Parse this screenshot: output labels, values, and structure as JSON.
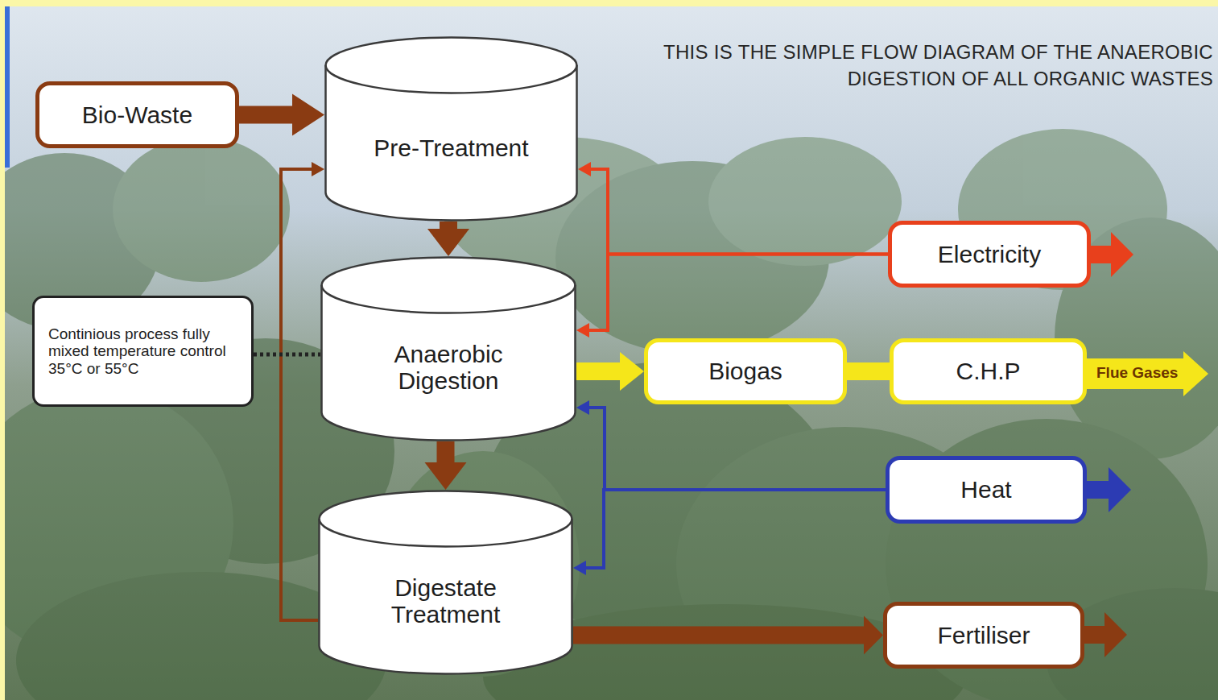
{
  "diagram": {
    "title": "THIS IS THE SIMPLE FLOW DIAGRAM OF THE ANAEROBIC DIGESTION OF ALL ORGANIC WASTES",
    "nodes": [
      {
        "text": [
          "Bio-Waste"
        ]
      },
      {
        "text": [
          "Pre-Treatment"
        ]
      },
      {
        "text": [
          "Electricity"
        ]
      },
      {
        "text": [
          "Continious process fully mixed temperature control 35°C or 55°C"
        ]
      },
      {
        "text": [
          "Anaerobic Digestion"
        ]
      },
      {
        "text": [
          "Biogas"
        ]
      },
      {
        "text": [
          "C.H.P"
        ]
      },
      {
        "text": [
          "Heat"
        ]
      },
      {
        "text": [
          "Digestate Treatment"
        ]
      },
      {
        "text": [
          "Fertiliser"
        ]
      }
    ],
    "edges": [
      {
        "from": 0,
        "to": 1,
        "arrow": "to"
      },
      {
        "from": 1,
        "to": 4,
        "arrow": "to"
      },
      {
        "from": 8,
        "to": 1,
        "arrow": "to"
      },
      {
        "from": 2,
        "to": 1,
        "arrow": "to"
      },
      {
        "from": 2,
        "to": 4,
        "arrow": "to"
      },
      {
        "from": 3,
        "to": 4,
        "arrow": "none"
      },
      {
        "from": 4,
        "to": 5,
        "arrow": "to"
      },
      {
        "from": 5,
        "to": 6,
        "arrow": "none"
      },
      {
        "from": 7,
        "to": 4,
        "arrow": "to"
      },
      {
        "from": 7,
        "to": 8,
        "arrow": "to"
      },
      {
        "from": 4,
        "to": 8,
        "arrow": "to"
      },
      {
        "from": 8,
        "to": 9,
        "arrow": "to"
      }
    ],
    "labels": [
      "Flue Gases"
    ]
  }
}
